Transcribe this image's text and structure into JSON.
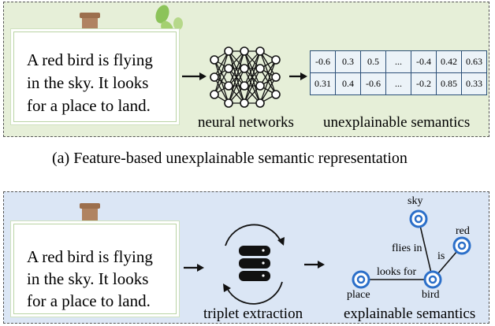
{
  "panel_a": {
    "card_text": [
      "A red bird is flying",
      "in the sky. It looks",
      "for a place to land."
    ],
    "network_label": "neural networks",
    "matrix_label": "unexplainable semantics",
    "matrix": [
      [
        "-0.6",
        "0.3",
        "0.5",
        "...",
        "-0.4",
        "0.42",
        "0.63"
      ],
      [
        "0.31",
        "0.4",
        "-0.6",
        "...",
        "-0.2",
        "0.85",
        "0.33"
      ]
    ],
    "subtitle": "(a)  Feature-based unexplainable semantic representation"
  },
  "panel_b": {
    "card_text": [
      "A red bird is flying",
      "in the sky. It looks",
      "for a place to land."
    ],
    "extraction_label": "triplet extraction",
    "graph_label": "explainable semantics",
    "graph": {
      "nodes": [
        "sky",
        "red",
        "place",
        "bird"
      ],
      "edges": [
        "flies in",
        "is",
        "looks for"
      ]
    }
  },
  "colors": {
    "panel_a_bg": "#e6efd8",
    "panel_b_bg": "#dbe6f5",
    "node_blue": "#2b6fc9"
  }
}
